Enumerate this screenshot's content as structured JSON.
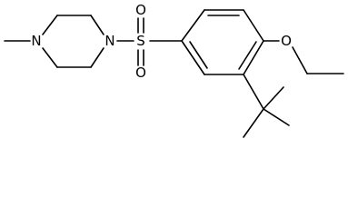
{
  "molecule": {
    "atom_labels": {
      "n1": "N",
      "n2": "N",
      "s": "S",
      "o_top": "O",
      "o_bottom": "O",
      "o_ether": "O"
    }
  }
}
